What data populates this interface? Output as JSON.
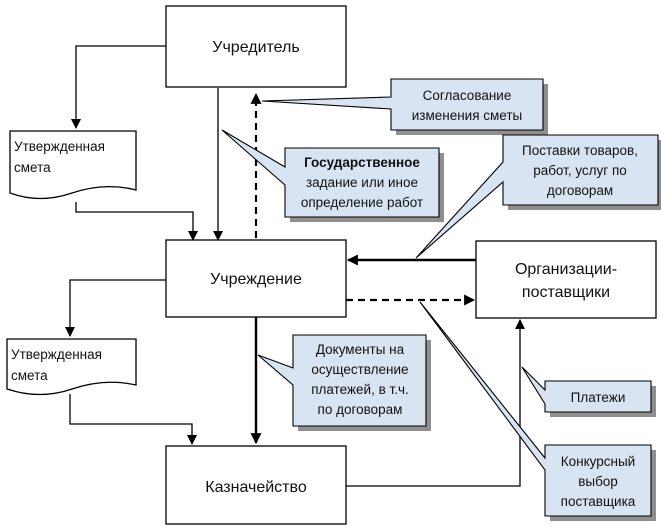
{
  "nodes": {
    "founder": "Учредитель",
    "institution": "Учреждение",
    "treasury": "Казначейство",
    "suppliers": [
      "Организации-",
      "поставщики"
    ]
  },
  "documents": {
    "approved_estimate_top": [
      "Утвержденная",
      "смета"
    ],
    "approved_estimate_bottom": [
      "Утвержденная",
      "смета"
    ]
  },
  "callouts": {
    "estimate_approval": [
      "Согласование",
      "изменения сметы"
    ],
    "state_task": [
      "Государственное",
      "задание или иное",
      "определение работ"
    ],
    "goods_supply": [
      "Поставки товаров,",
      "работ, услуг по",
      "договорам"
    ],
    "payment_docs": [
      "Документы на",
      "осуществление",
      "платежей, в т.ч.",
      "по договорам"
    ],
    "payments": "Платежи",
    "tender": [
      "Конкурсный",
      "выбор",
      "поставщика"
    ]
  }
}
